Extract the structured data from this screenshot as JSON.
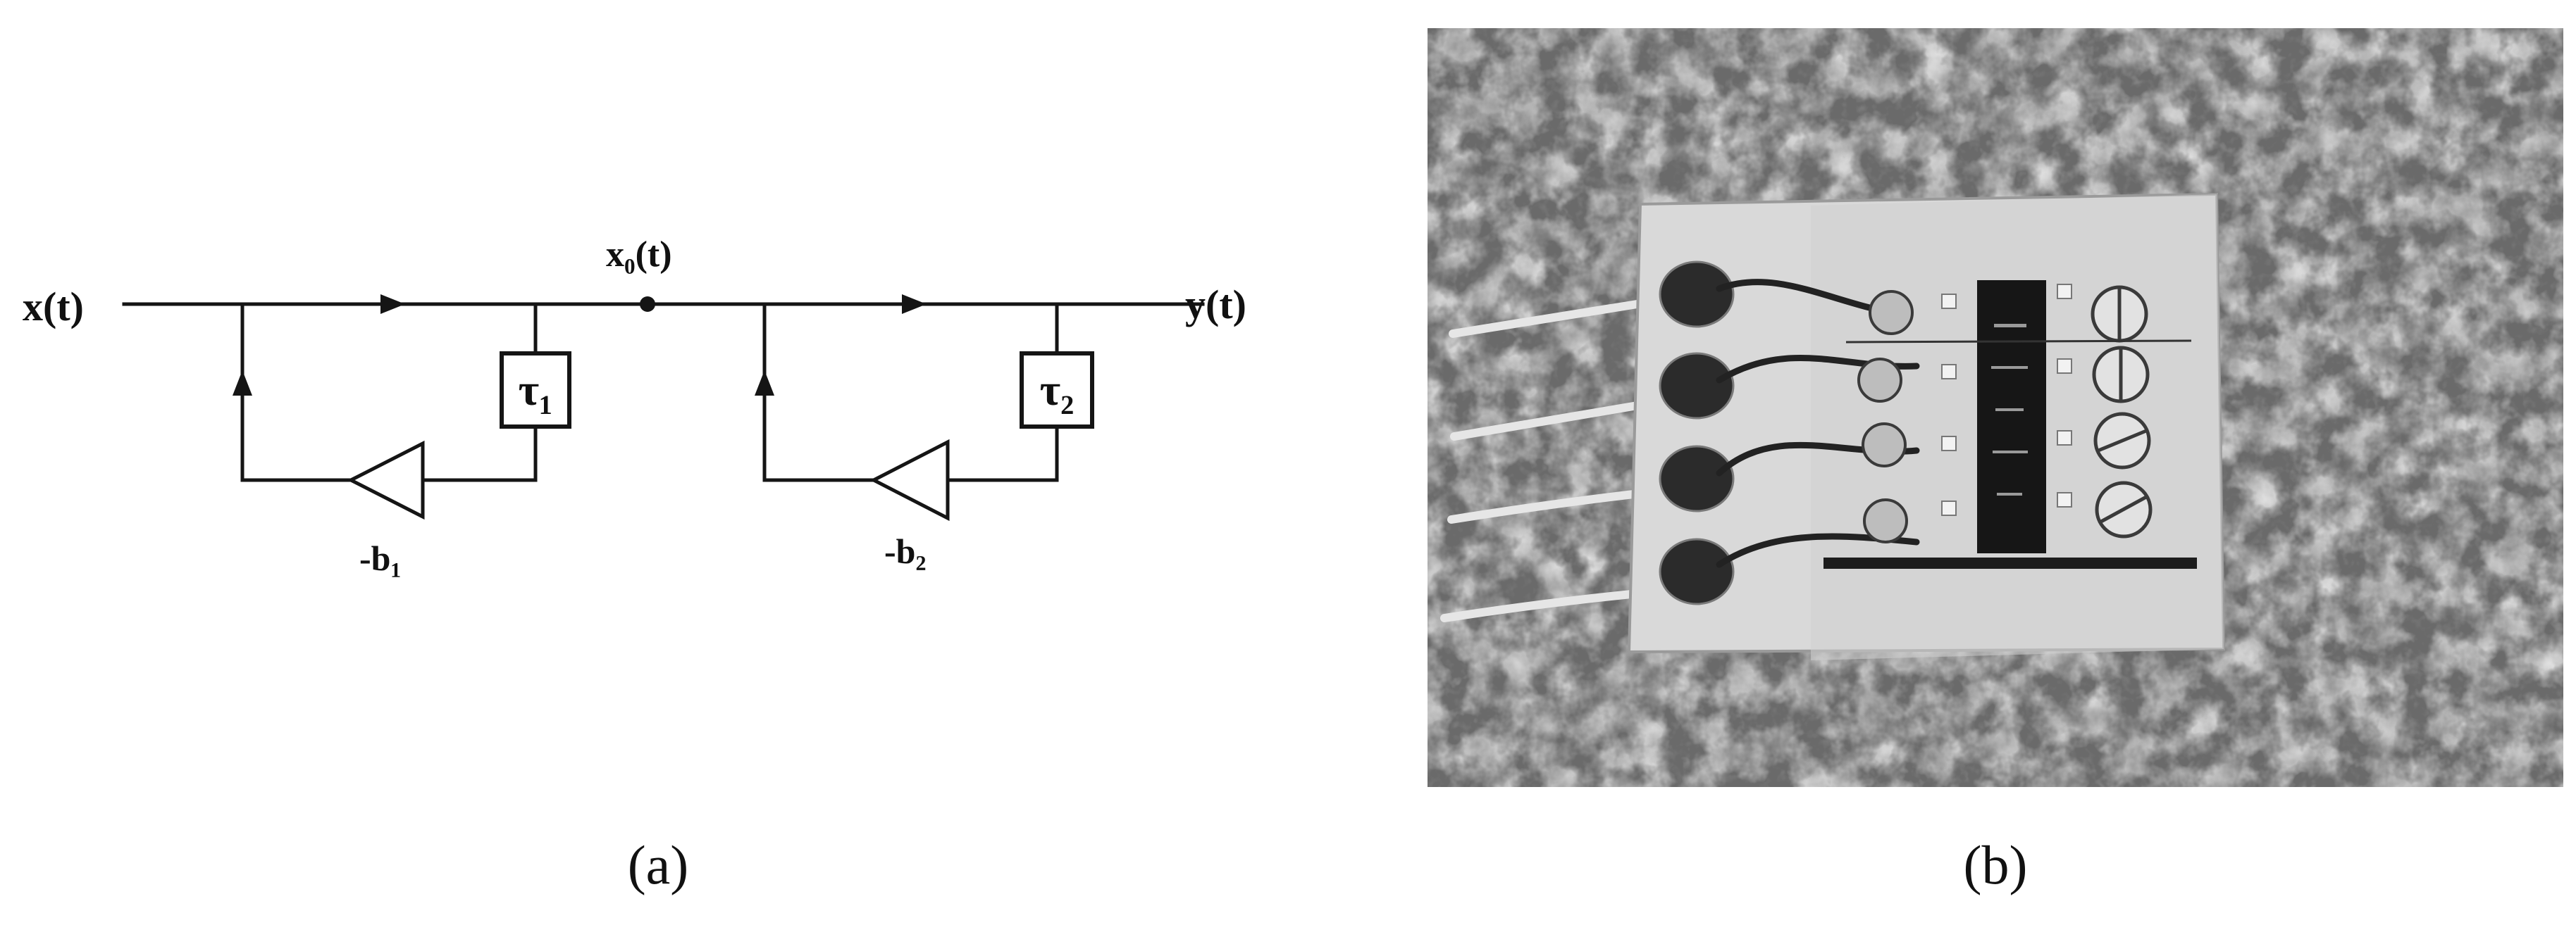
{
  "panel_a": {
    "input_label": "x(t)",
    "mid_label": "x₀(t)",
    "output_label": "y(t)",
    "delay1_label": "τ₁",
    "delay2_label": "τ₂",
    "gain1_label": "-b₁",
    "gain2_label": "-b₂",
    "caption": "(a)"
  },
  "panel_b": {
    "caption": "(b)"
  }
}
